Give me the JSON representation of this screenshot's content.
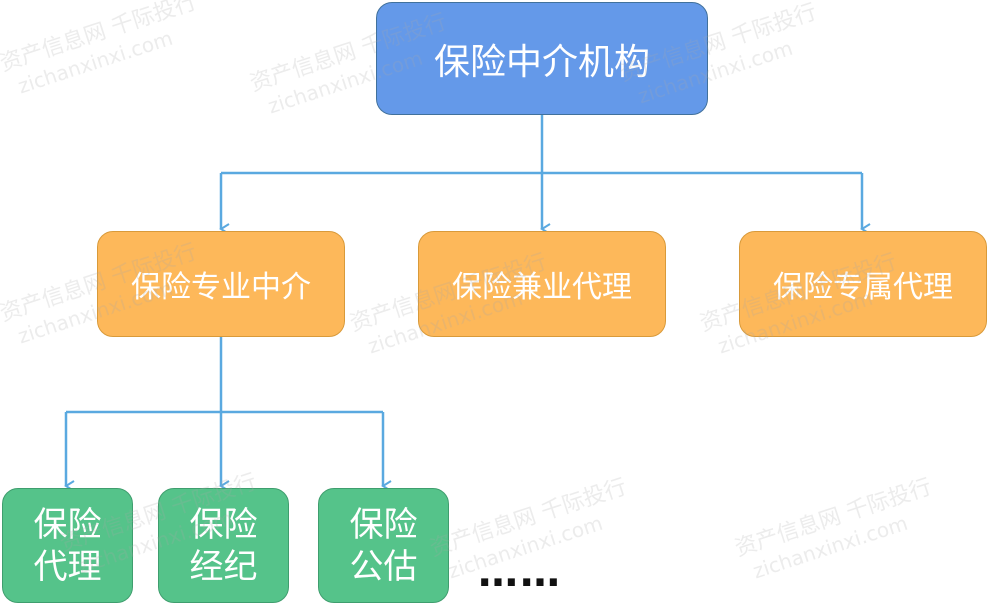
{
  "diagram": {
    "root": {
      "label": "保险中介机构"
    },
    "level2": [
      {
        "label": "保险专业中介"
      },
      {
        "label": "保险兼业代理"
      },
      {
        "label": "保险专属代理"
      }
    ],
    "level3": [
      {
        "line1": "保险",
        "line2": "代理"
      },
      {
        "line1": "保险",
        "line2": "经纪"
      },
      {
        "line1": "保险",
        "line2": "公估"
      }
    ],
    "more": "……",
    "colors": {
      "root_fill": "#6499e9",
      "level2_fill": "#fdb85a",
      "level3_fill": "#55c38a",
      "connector": "#5aa9e0"
    }
  },
  "watermark": {
    "line1": "资产信息网 千际投行",
    "line2": "zichanxinxi.com"
  }
}
